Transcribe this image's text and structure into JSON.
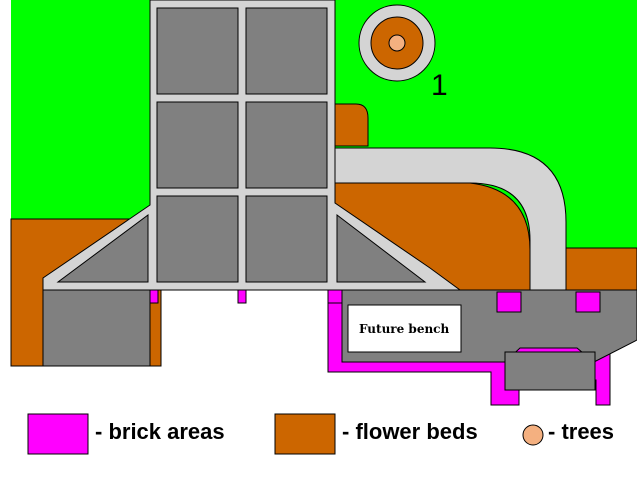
{
  "colors": {
    "grass": "#00ff00",
    "flower_bed": "#cc6600",
    "brick": "#ff00ff",
    "paving": "#808080",
    "path": "#d4d4d4",
    "tree_ring": "#d4d4d4",
    "tree_dot": "#f4b080",
    "outline": "#000000",
    "bench_fill": "#ffffff"
  },
  "labels": {
    "bench": "Future bench",
    "tree_number": "1"
  },
  "legend": {
    "items": [
      {
        "key": "brick",
        "label": "- brick areas"
      },
      {
        "key": "flower_bed",
        "label": "- flower beds"
      },
      {
        "key": "tree_dot",
        "label": "- trees"
      }
    ]
  }
}
